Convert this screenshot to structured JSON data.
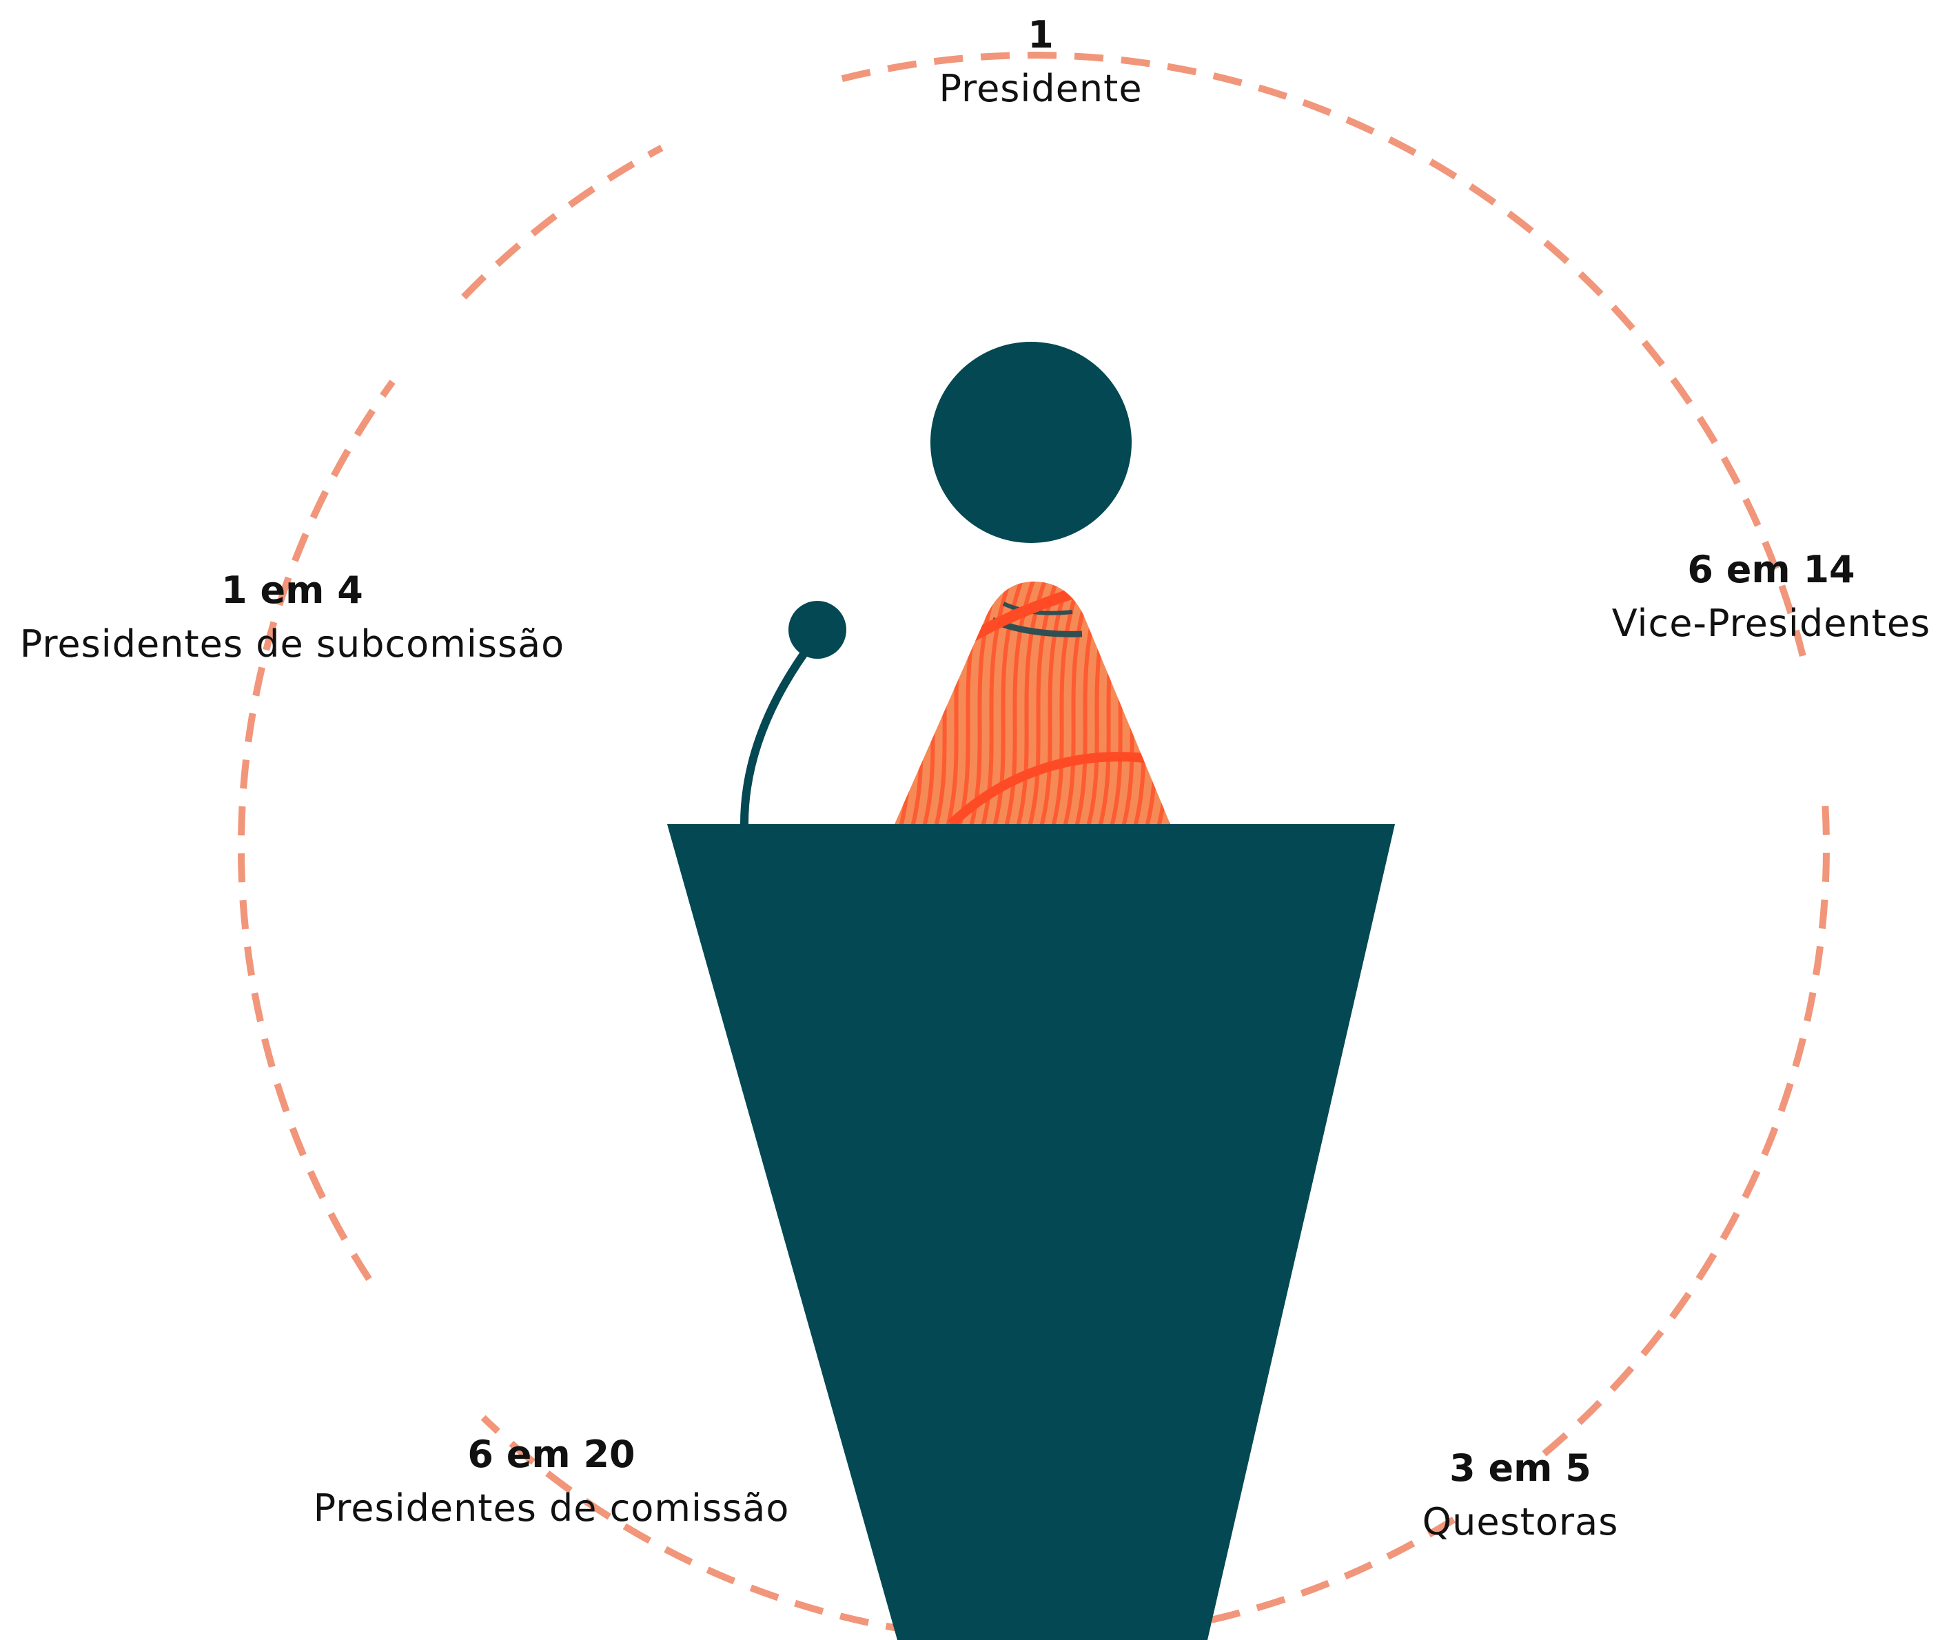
{
  "colors": {
    "ring": "#f1967a",
    "podium": "#034852",
    "body_base": "#f58a57",
    "body_stripe": "#ff4b25",
    "body_dark": "#2f4f52"
  },
  "stats": {
    "top": {
      "number": "1",
      "label": "Presidente"
    },
    "right": {
      "number": "6 em 14",
      "label": "Vice-Presidentes"
    },
    "bottom_right": {
      "number": "3 em 5",
      "label": "Questoras"
    },
    "bottom_left": {
      "number": "6 em 20",
      "label": "Presidentes de comissão"
    },
    "left": {
      "number": "1 em 4",
      "label": "Presidentes de subcomissão"
    }
  }
}
